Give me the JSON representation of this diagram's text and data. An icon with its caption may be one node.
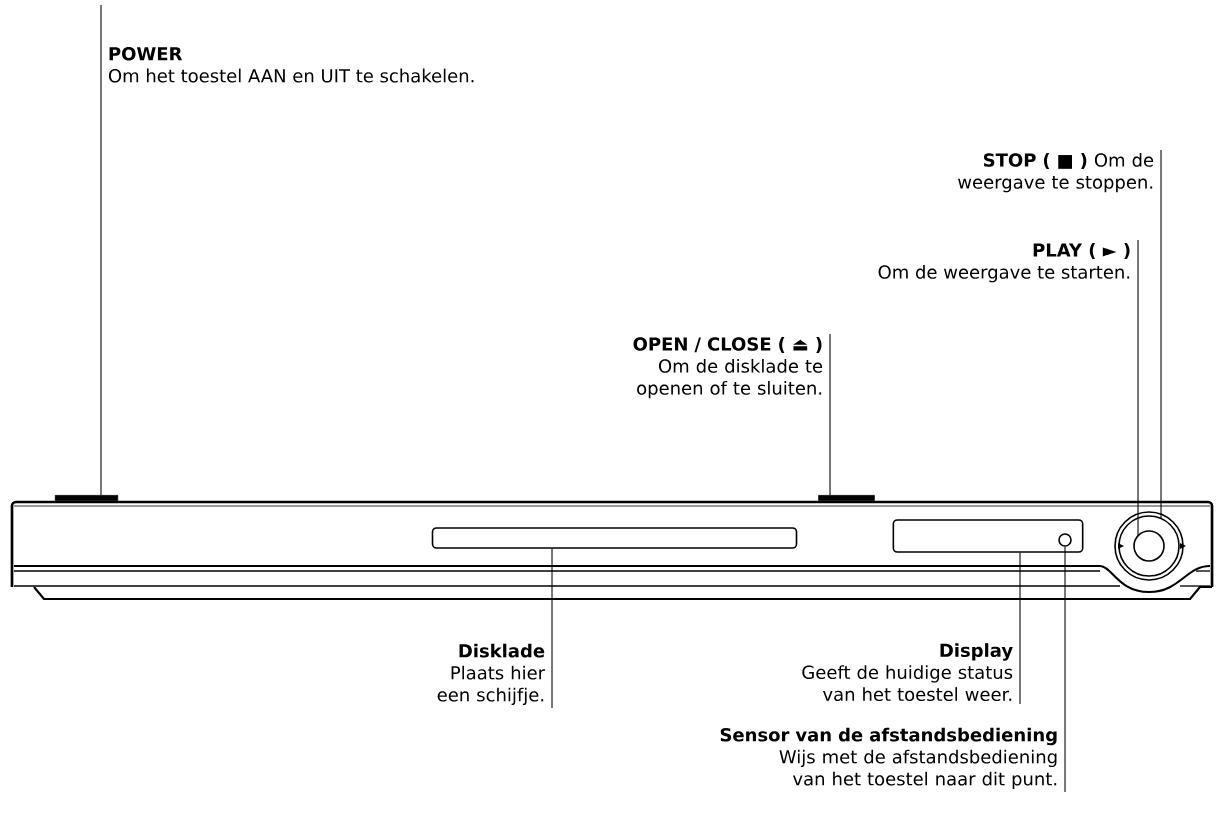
{
  "diagram": {
    "nodes": [
      {
        "text": [
          "POWER",
          "Om het toestel AAN en UIT te schakelen."
        ]
      },
      {
        "text": [
          "STOP ( ■ )",
          "Om de weergave te stoppen."
        ]
      },
      {
        "text": [
          "PLAY ( ► )",
          "Om de weergave te starten."
        ]
      },
      {
        "text": [
          "OPEN / CLOSE ( ⏏ )",
          "Om de disklade te openen of te sluiten."
        ]
      },
      {
        "text": [
          "Disklade",
          "Plaats hier een schijfje."
        ]
      },
      {
        "text": [
          "Display",
          "Geeft de huidige status van het toestel weer."
        ]
      },
      {
        "text": [
          "Sensor van de afstandsbediening",
          "Wijs met de afstandsbediening van het toestel naar dit punt."
        ]
      },
      {
        "text": [],
        "shape": "bar"
      },
      {
        "text": [],
        "shape": "bar"
      },
      {
        "text": [],
        "shape": "circle"
      },
      {
        "text": [],
        "shape": "circle",
        "in": 9
      },
      {
        "text": [],
        "shape": "box"
      },
      {
        "text": [],
        "shape": "box"
      },
      {
        "text": [],
        "shape": "circle",
        "in": 12
      }
    ],
    "edges": [
      {
        "from": 0,
        "to": 7,
        "arrow": "none"
      },
      {
        "from": 1,
        "to": 9,
        "arrow": "none"
      },
      {
        "from": 2,
        "to": 10,
        "arrow": "none"
      },
      {
        "from": 3,
        "to": 8,
        "arrow": "none"
      },
      {
        "from": 4,
        "to": 11,
        "arrow": "none"
      },
      {
        "from": 5,
        "to": 12,
        "arrow": "none"
      },
      {
        "from": 6,
        "to": 13,
        "arrow": "none"
      }
    ]
  }
}
